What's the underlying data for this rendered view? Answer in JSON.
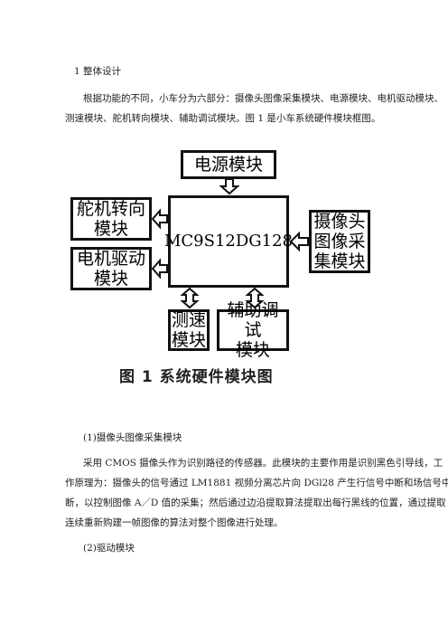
{
  "section_title": "1 整体设计",
  "intro": {
    "line1": "根据功能的不同，小车分为六部分：摄像头图像采集模块、电源模块、电机驱动模块、",
    "line2": "测速模块、舵机转向模块、辅助调试模块。图 1 是小车系统硬件模块框图。"
  },
  "diagram": {
    "power": "电源模块",
    "steering_l1": "舵机转向",
    "steering_l2": "模块",
    "motor_l1": "电机驱动",
    "motor_l2": "模块",
    "mcu": "MC9S12DG128",
    "camera_l1": "摄像头",
    "camera_l2": "图像采",
    "camera_l3": "集模块",
    "speed_l1": "测速",
    "speed_l2": "模块",
    "debug_l1": "辅助调试",
    "debug_l2": "模块",
    "caption": "图 1    系统硬件模块图"
  },
  "sub1": {
    "heading": "(1)摄像头图像采集模块",
    "line1": "采用 CMOS 摄像头作为识别路径的传感器。此模块的主要作用是识别黑色引导线，工",
    "line2": "作原理为：摄像头的信号通过 LM1881 视频分离芯片向 DGl28 产生行信号中断和场信号中",
    "line3": "断，以控制图像 A／D 值的采集；然后通过边沿提取算法提取出每行黑线的位置，通过提取",
    "line4": "连续重新购建一帧图像的算法对整个图像进行处理。"
  },
  "sub2": {
    "heading": "(2)驱动模块"
  }
}
